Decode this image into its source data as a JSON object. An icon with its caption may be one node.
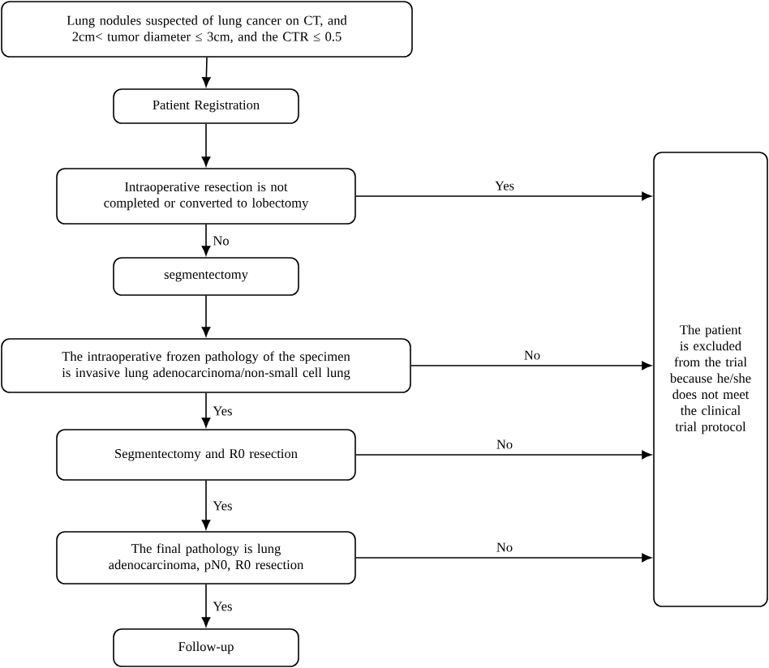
{
  "diagram": {
    "nodes": [
      {
        "text": [
          "Lung nodules suspected of lung cancer on CT, and 2cm< tumor diameter ≤ 3cm, and the CTR ≤ 0.5"
        ]
      },
      {
        "text": [
          "Patient Registration"
        ]
      },
      {
        "text": [
          "Intraoperative resection is not completed or converted to lobectomy"
        ]
      },
      {
        "text": [
          "segmentectomy"
        ]
      },
      {
        "text": [
          "The intraoperative frozen pathology of the specimen is invasive lung adenocarcinoma/non-small cell lung"
        ]
      },
      {
        "text": [
          "Segmentectomy and R0 resection"
        ]
      },
      {
        "text": [
          "The final pathology is lung adenocarcinoma, pN0, R0 resection"
        ]
      },
      {
        "text": [
          "Follow-up"
        ]
      },
      {
        "text": [
          "The patient is excluded from the trial because he/she does not meet the clinical trial protocol"
        ]
      }
    ],
    "edges": [
      {
        "from": 0,
        "to": 1,
        "arrow": "to"
      },
      {
        "from": 1,
        "to": 2,
        "arrow": "to"
      },
      {
        "from": 2,
        "to": 3,
        "arrow": "to",
        "label": "No"
      },
      {
        "from": 3,
        "to": 4,
        "arrow": "to"
      },
      {
        "from": 4,
        "to": 5,
        "arrow": "to",
        "label": "Yes"
      },
      {
        "from": 5,
        "to": 6,
        "arrow": "to",
        "label": "Yes"
      },
      {
        "from": 6,
        "to": 7,
        "arrow": "to",
        "label": "Yes"
      },
      {
        "from": 2,
        "to": 8,
        "arrow": "to",
        "label": "Yes"
      },
      {
        "from": 4,
        "to": 8,
        "arrow": "to",
        "label": "No"
      },
      {
        "from": 5,
        "to": 8,
        "arrow": "to",
        "label": "No"
      },
      {
        "from": 6,
        "to": 8,
        "arrow": "to",
        "label": "No"
      }
    ]
  }
}
